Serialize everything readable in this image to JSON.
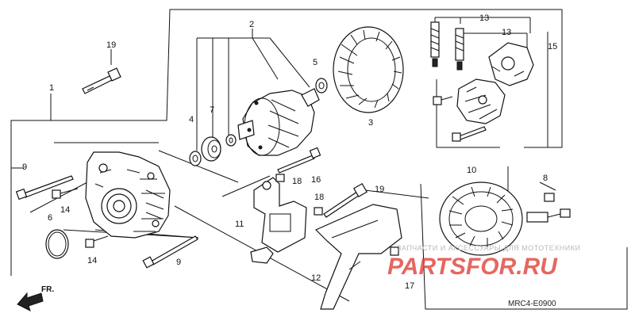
{
  "callouts": [
    {
      "id": "1",
      "text": "1"
    },
    {
      "id": "2",
      "text": "2"
    },
    {
      "id": "3",
      "text": "3"
    },
    {
      "id": "4",
      "text": "4"
    },
    {
      "id": "5",
      "text": "5"
    },
    {
      "id": "6",
      "text": "6"
    },
    {
      "id": "7",
      "text": "7"
    },
    {
      "id": "8",
      "text": "8"
    },
    {
      "id": "9a",
      "text": "9"
    },
    {
      "id": "9b",
      "text": "9"
    },
    {
      "id": "10",
      "text": "10"
    },
    {
      "id": "11",
      "text": "11"
    },
    {
      "id": "12",
      "text": "12"
    },
    {
      "id": "13a",
      "text": "13"
    },
    {
      "id": "13b",
      "text": "13"
    },
    {
      "id": "14a",
      "text": "14"
    },
    {
      "id": "14b",
      "text": "14"
    },
    {
      "id": "15",
      "text": "15"
    },
    {
      "id": "16",
      "text": "16"
    },
    {
      "id": "17",
      "text": "17"
    },
    {
      "id": "18a",
      "text": "18"
    },
    {
      "id": "18b",
      "text": "18"
    },
    {
      "id": "19a",
      "text": "19"
    },
    {
      "id": "19b",
      "text": "19"
    }
  ],
  "direction_label": "FR.",
  "watermark": {
    "caption": "ЗАПЧАСТИ И АКСЕССУАРЫ ДЛЯ МОТОТЕХНИКИ",
    "logo_text": "PARTSFOR.RU",
    "logo_color": "#e0423a"
  },
  "diagram_code": "MRC4-E0900"
}
